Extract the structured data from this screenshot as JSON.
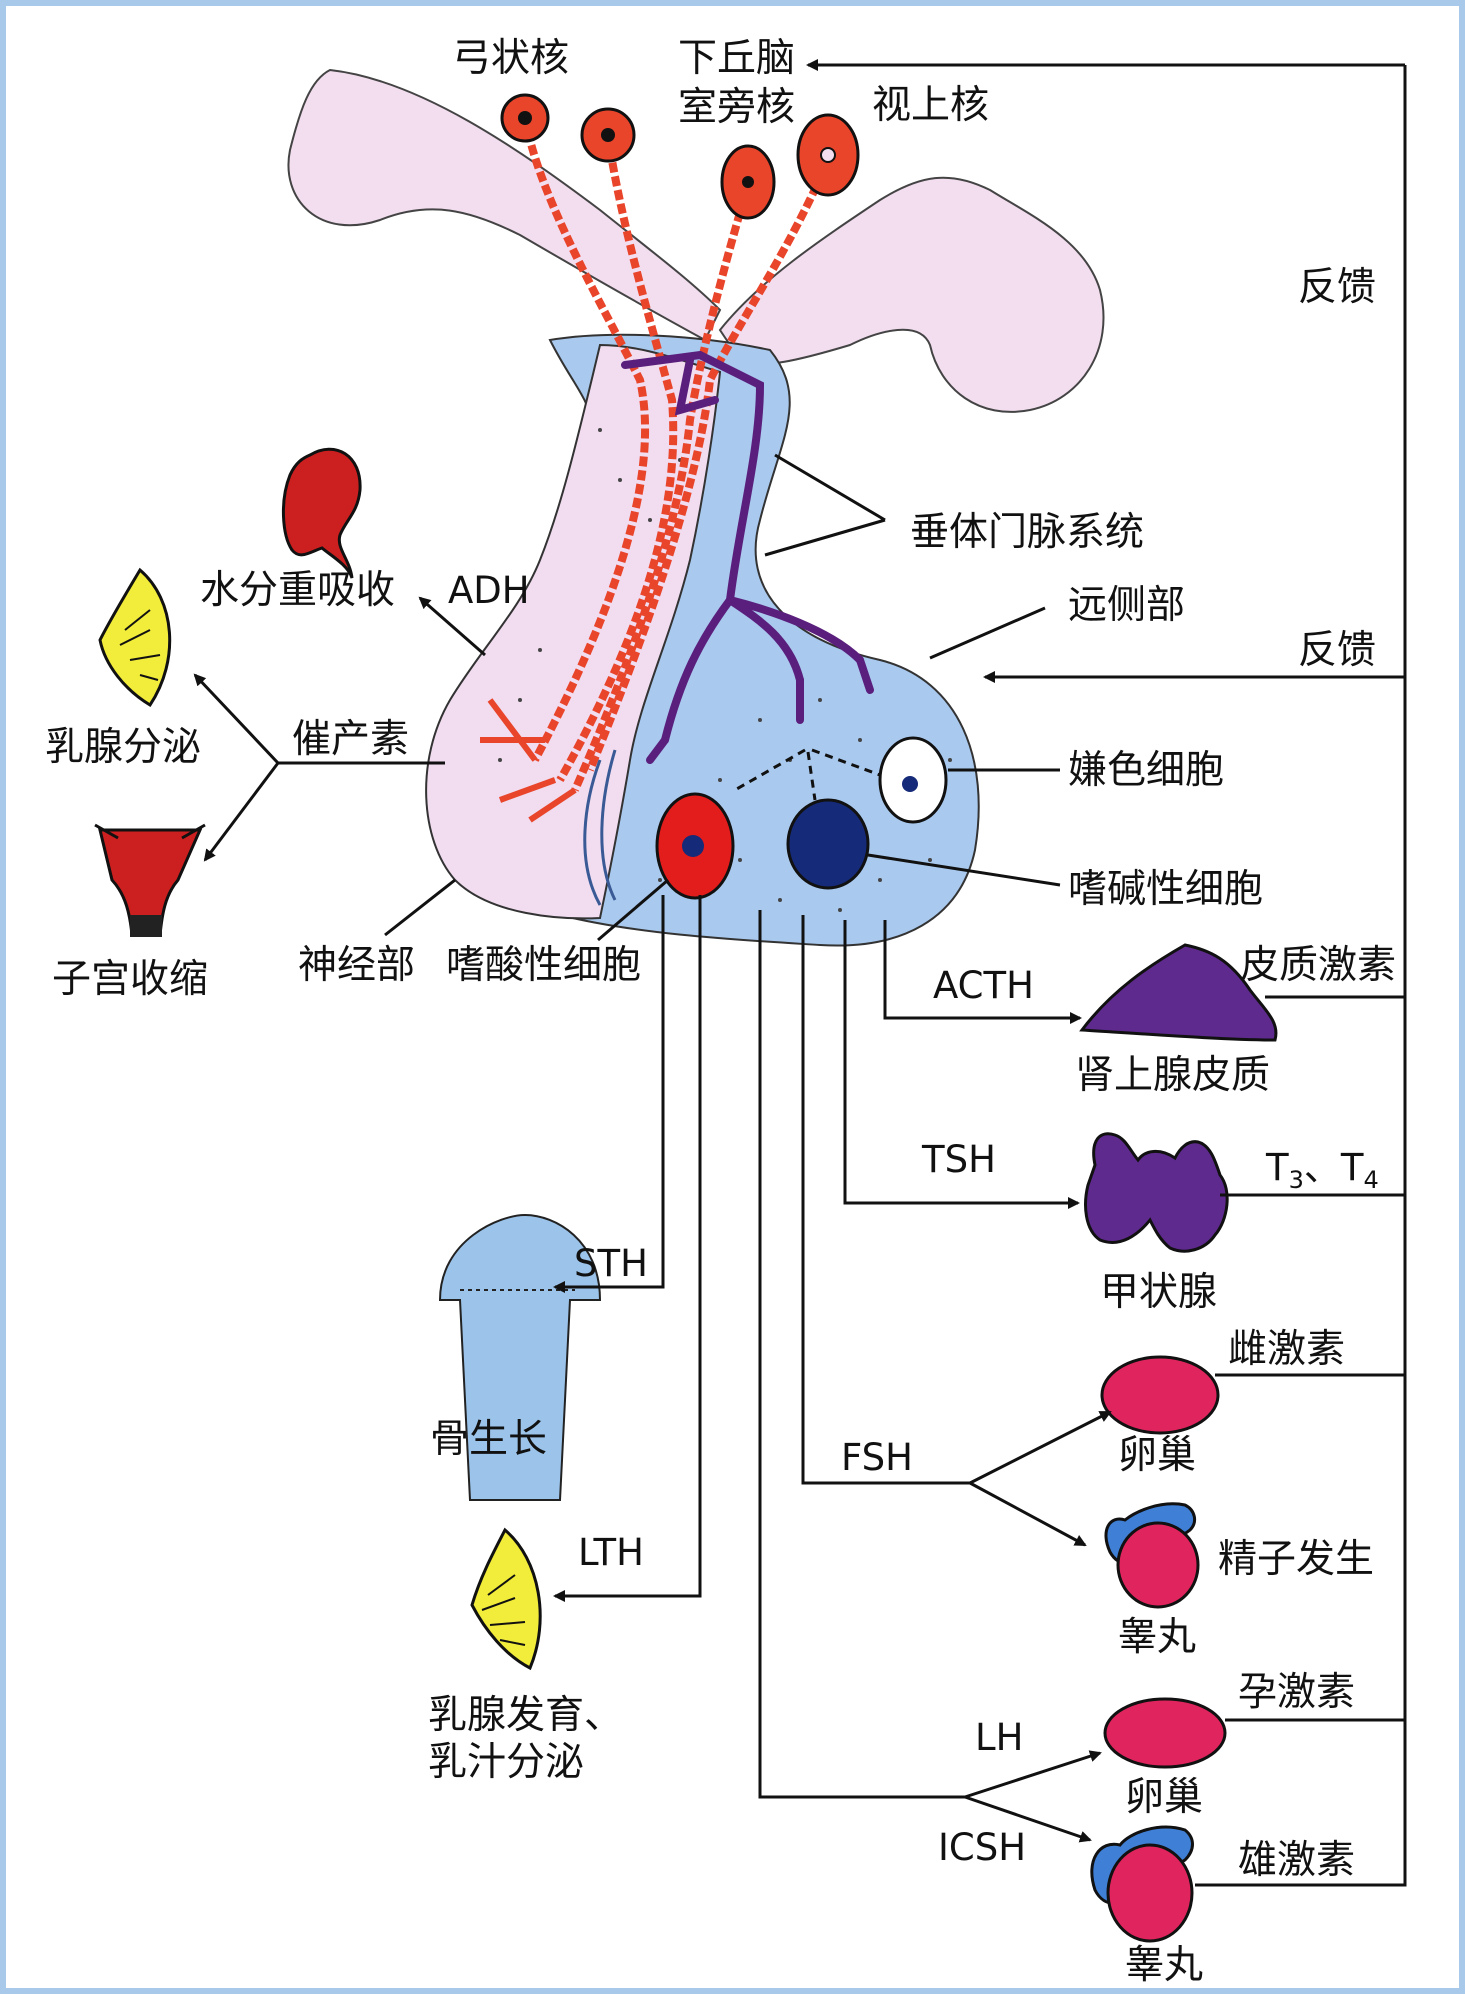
{
  "labels": {
    "arcuate_nucleus": "弓状核",
    "hypothalamus_line1": "下丘脑",
    "hypothalamus_line2": "室旁核",
    "supraoptic_nucleus": "视上核",
    "feedback_top": "反馈",
    "portal_system": "垂体门脉系统",
    "pars_distalis": "远侧部",
    "feedback_mid": "反馈",
    "water_reabsorption": "水分重吸收",
    "adh": "ADH",
    "oxytocin": "催产素",
    "milk_secretion": "乳腺分泌",
    "uterine_contraction": "子宫收缩",
    "chromophobe": "嫌色细胞",
    "basophil": "嗜碱性细胞",
    "pars_nervosa": "神经部",
    "acidophil": "嗜酸性细胞",
    "acth": "ACTH",
    "corticosteroid": "皮质激素",
    "adrenal_cortex": "肾上腺皮质",
    "tsh": "TSH",
    "t3": "T",
    "t3_sub": "3",
    "t_sep": "、T",
    "t4_sub": "4",
    "thyroid": "甲状腺",
    "sth": "STH",
    "bone_growth": "骨生长",
    "estrogen": "雌激素",
    "fsh": "FSH",
    "ovary_fsh": "卵巢",
    "spermatogenesis": "精子发生",
    "testis_fsh": "睾丸",
    "lth": "LTH",
    "mammary_dev_line1": "乳腺发育、",
    "mammary_dev_line2": "乳汁分泌",
    "progesterone": "孕激素",
    "lh": "LH",
    "ovary_lh": "卵巢",
    "icsh": "ICSH",
    "androgen": "雄激素",
    "testis_icsh": "睾丸"
  },
  "colors": {
    "frame": "#a9c9ea",
    "adenohypophysis": "#a9c9ee",
    "neurohypophysis": "#f2dcef",
    "nerve_fiber": "#e8452b",
    "portal_vessel": "#5a1f7d",
    "acidophil_cell": "#e31c1c",
    "basophil_cell": "#152a78",
    "adrenal": "#5e2a8e",
    "thyroid": "#5e2a8e",
    "gonad": "#e0245e",
    "epididymis": "#3f7fd6",
    "kidney": "#cc1f1f",
    "mammary": "#f2ec3a",
    "bone": "#9cc4ea"
  }
}
